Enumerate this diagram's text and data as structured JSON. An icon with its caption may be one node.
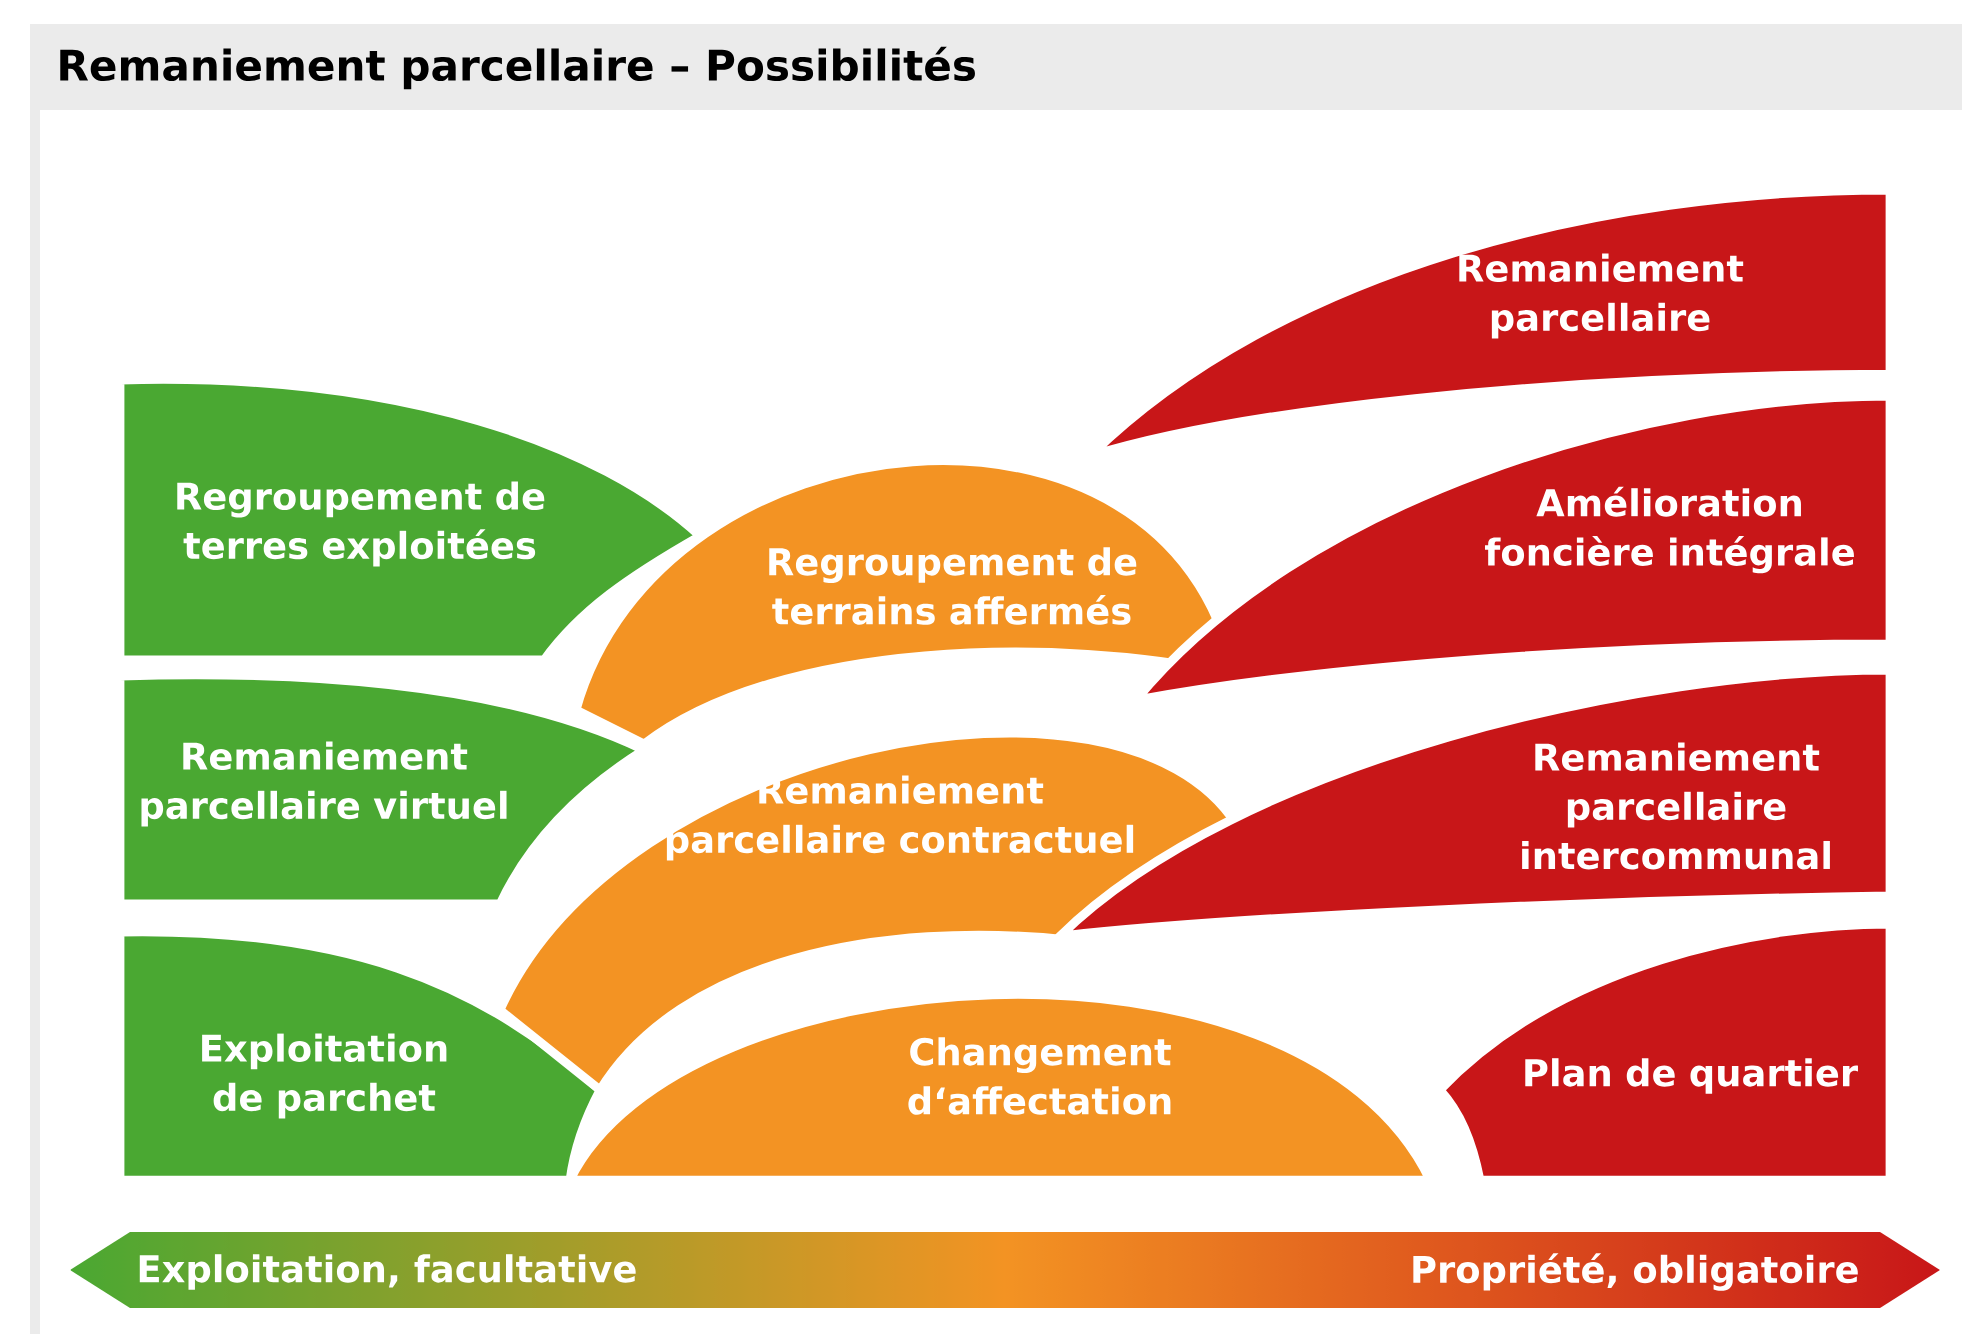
{
  "diagram": {
    "title": "Remaniement parcellaire – Possibilités",
    "nodes": [
      {
        "text": [
          "Regroupement de terres exploitées"
        ]
      },
      {
        "text": [
          "Remaniement parcellaire virtuel"
        ]
      },
      {
        "text": [
          "Exploitation de parchet"
        ]
      },
      {
        "text": [
          "Regroupement de terrains affermés"
        ]
      },
      {
        "text": [
          "Remaniement parcellaire contractuel"
        ]
      },
      {
        "text": [
          "Changement d‘affectation"
        ]
      },
      {
        "text": [
          "Remaniement parcellaire"
        ]
      },
      {
        "text": [
          "Amélioration foncière intégrale"
        ]
      },
      {
        "text": [
          "Remaniement parcellaire intercommunal"
        ]
      },
      {
        "text": [
          "Plan de quartier"
        ]
      }
    ],
    "labels": [
      "Exploitation, facultative",
      "Propriété, obligatoire"
    ]
  }
}
